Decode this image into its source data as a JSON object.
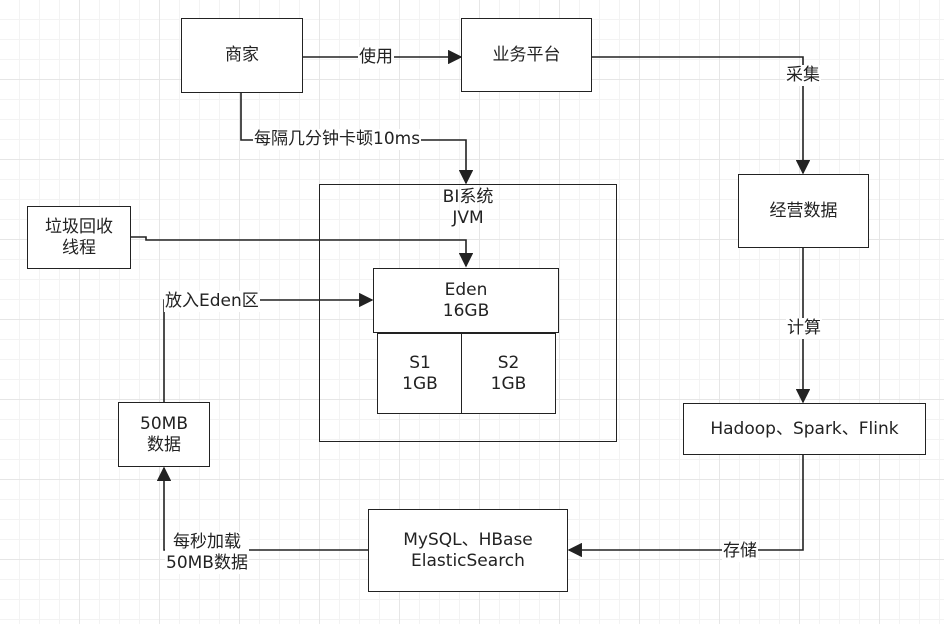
{
  "nodes": {
    "merchant": {
      "label": "商家"
    },
    "platform": {
      "label": "业务平台"
    },
    "ops_data": {
      "label": "经营数据"
    },
    "compute": {
      "label": "Hadoop、Spark、Flink"
    },
    "storage": {
      "lines": [
        "MySQL、HBase",
        "ElasticSearch"
      ]
    },
    "data50": {
      "lines": [
        "50MB",
        "数据"
      ]
    },
    "gc": {
      "lines": [
        "垃圾回收",
        "线程"
      ]
    },
    "bi": {
      "lines": [
        "BI系统",
        "JVM"
      ]
    },
    "eden": {
      "lines": [
        "Eden",
        "16GB"
      ]
    },
    "s1": {
      "lines": [
        "S1",
        "1GB"
      ]
    },
    "s2": {
      "lines": [
        "S2",
        "1GB"
      ]
    }
  },
  "edges": {
    "use": {
      "label": "使用"
    },
    "collect": {
      "label": "采集"
    },
    "stall": {
      "label": "每隔几分钟卡顿10ms"
    },
    "calc": {
      "label": "计算"
    },
    "store": {
      "label": "存储"
    },
    "load": {
      "lines": [
        "每秒加载",
        "50MB数据"
      ]
    },
    "into_eden": {
      "label": "放入Eden区"
    }
  },
  "colors": {
    "stroke": "#222222",
    "background": "#ffffff",
    "grid": "#e6e6e6"
  }
}
